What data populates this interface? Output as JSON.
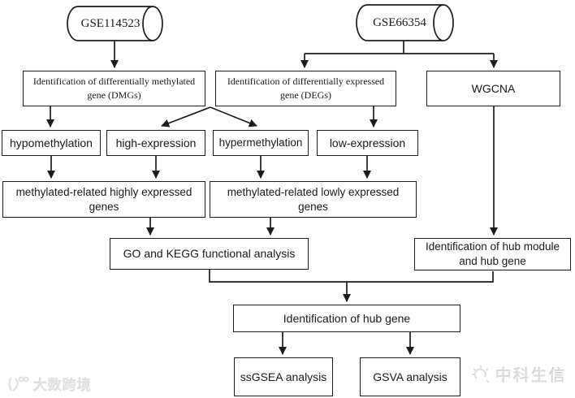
{
  "diagram": {
    "type": "flowchart",
    "nodes": {
      "gse114523": {
        "label": "GSE114523",
        "shape": "cylinder"
      },
      "gse66354": {
        "label": "GSE66354",
        "shape": "cylinder"
      },
      "dmg": {
        "line1": "Identification of differentially methylated",
        "line2": "gene (DMGs)"
      },
      "deg": {
        "line1": "Identification of differentially expressed",
        "line2": "gene (DEGs)"
      },
      "wgcna": {
        "label": "WGCNA"
      },
      "hypomethylation": {
        "label": "hypomethylation"
      },
      "high_expression": {
        "label": "high-expression"
      },
      "hypermethylation": {
        "label": "hypermethylation"
      },
      "low_expression": {
        "label": "low-expression"
      },
      "methylated_high": {
        "line1": "methylated-related highly expressed",
        "line2": "genes"
      },
      "methylated_low": {
        "line1": "methylated-related lowly expressed",
        "line2": "genes"
      },
      "go_kegg": {
        "label": "GO and KEGG functional analysis"
      },
      "hub_module": {
        "line1": "Identification of hub module",
        "line2": "and hub gene"
      },
      "hub_gene": {
        "label": "Identification of hub gene"
      },
      "ssgsea": {
        "label": "ssGSEA analysis"
      },
      "gsva": {
        "label": "GSVA analysis"
      }
    },
    "edges": [
      {
        "from": "gse114523",
        "to": "dmg"
      },
      {
        "from": "gse66354",
        "to": "deg"
      },
      {
        "from": "gse66354",
        "to": "wgcna"
      },
      {
        "from": "dmg",
        "to": "hypomethylation"
      },
      {
        "from": "dmg_deg_junction",
        "to": "high_expression"
      },
      {
        "from": "dmg_deg_junction",
        "to": "hypermethylation"
      },
      {
        "from": "deg",
        "to": "low_expression"
      },
      {
        "from": "hypomethylation",
        "to": "methylated_high"
      },
      {
        "from": "high_expression",
        "to": "methylated_high"
      },
      {
        "from": "hypermethylation",
        "to": "methylated_low"
      },
      {
        "from": "low_expression",
        "to": "methylated_low"
      },
      {
        "from": "methylated_high",
        "to": "go_kegg"
      },
      {
        "from": "methylated_low",
        "to": "go_kegg"
      },
      {
        "from": "wgcna",
        "to": "hub_module"
      },
      {
        "from": "go_kegg",
        "to": "hub_gene"
      },
      {
        "from": "hub_module",
        "to": "hub_gene"
      },
      {
        "from": "hub_gene",
        "to": "ssgsea"
      },
      {
        "from": "hub_gene",
        "to": "gsva"
      }
    ]
  },
  "watermarks": {
    "left_text": "大数跨境",
    "right_text": "中科生信"
  },
  "colors": {
    "line": "#1d1d1d",
    "background": "#ffffff",
    "watermark_left": "#e2e2e2",
    "watermark_right": "#dcdcdc"
  }
}
